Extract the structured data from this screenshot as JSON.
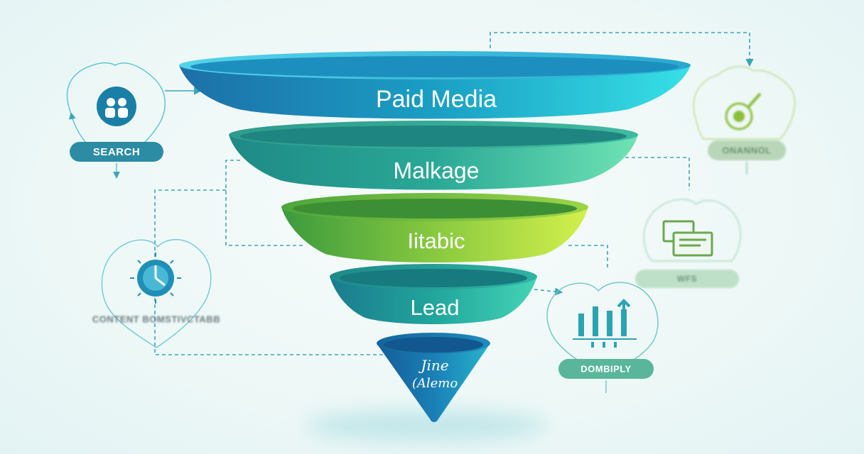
{
  "funnel": {
    "stages": [
      {
        "label": "Paid Media"
      },
      {
        "label": "Malkage"
      },
      {
        "label": "Iitabic"
      },
      {
        "label": "Lead"
      },
      {
        "label_line1": "Jine",
        "label_line2": "(Alemo"
      }
    ]
  },
  "side_nodes": {
    "search": {
      "label": "SEARCH",
      "icon": "people-icon"
    },
    "content": {
      "label": "CONTENT BOMSTIVCTABB",
      "icon": "sun-dial-icon"
    },
    "top_right": {
      "label": "ONANNOL",
      "icon": "magnifier-gear-icon"
    },
    "middle_right": {
      "label": "WFS",
      "icon": "browser-windows-icon"
    },
    "bottom_right": {
      "label": "DOMBIPLY",
      "icon": "bar-chart-arrow-icon"
    }
  },
  "colors": {
    "stage1": "#1fa6c9",
    "stage2": "#2eb39a",
    "stage3": "#8fd24a",
    "stage4": "#1f9e9e",
    "stage5": "#1a7bb0",
    "line": "#3aa5b8"
  }
}
